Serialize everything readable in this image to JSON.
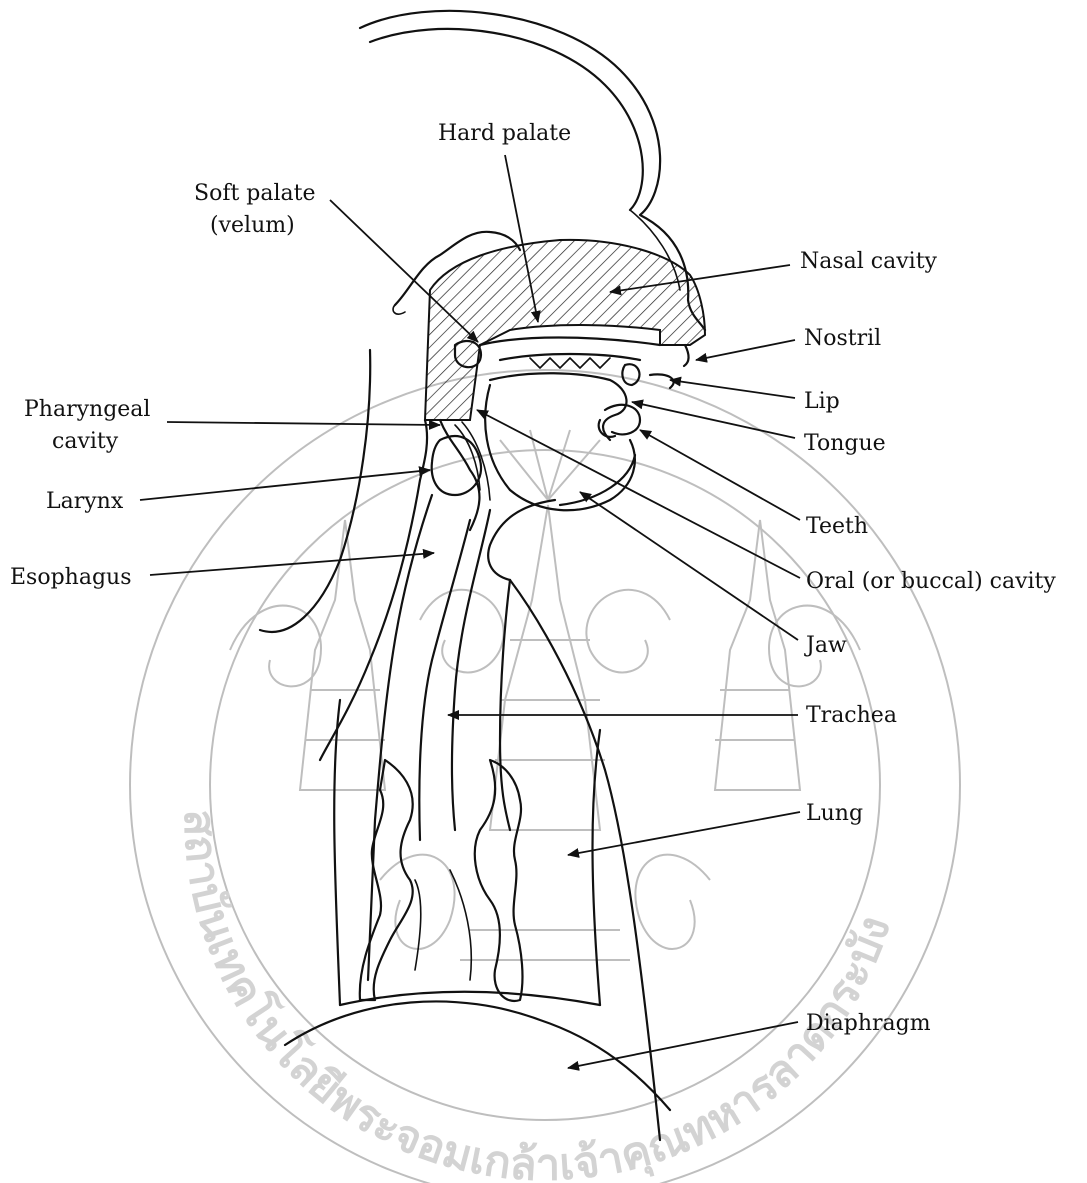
{
  "diagram": {
    "labels": {
      "hard_palate": "Hard palate",
      "soft_palate_line1": "Soft palate",
      "soft_palate_line2": "(velum)",
      "nasal_cavity": "Nasal cavity",
      "nostril": "Nostril",
      "pharyngeal_line1": "Pharyngeal",
      "pharyngeal_line2": "cavity",
      "lip": "Lip",
      "tongue": "Tongue",
      "larynx": "Larynx",
      "teeth": "Teeth",
      "esophagus": "Esophagus",
      "oral_cavity": "Oral (or buccal) cavity",
      "jaw": "Jaw",
      "trachea": "Trachea",
      "lung": "Lung",
      "diaphragm": "Diaphragm"
    },
    "watermark": {
      "seal_text": "สถาบันเทคโนโลยีพระจอมเกล้าเจ้าคุณทหารลาดกระบัง"
    }
  }
}
